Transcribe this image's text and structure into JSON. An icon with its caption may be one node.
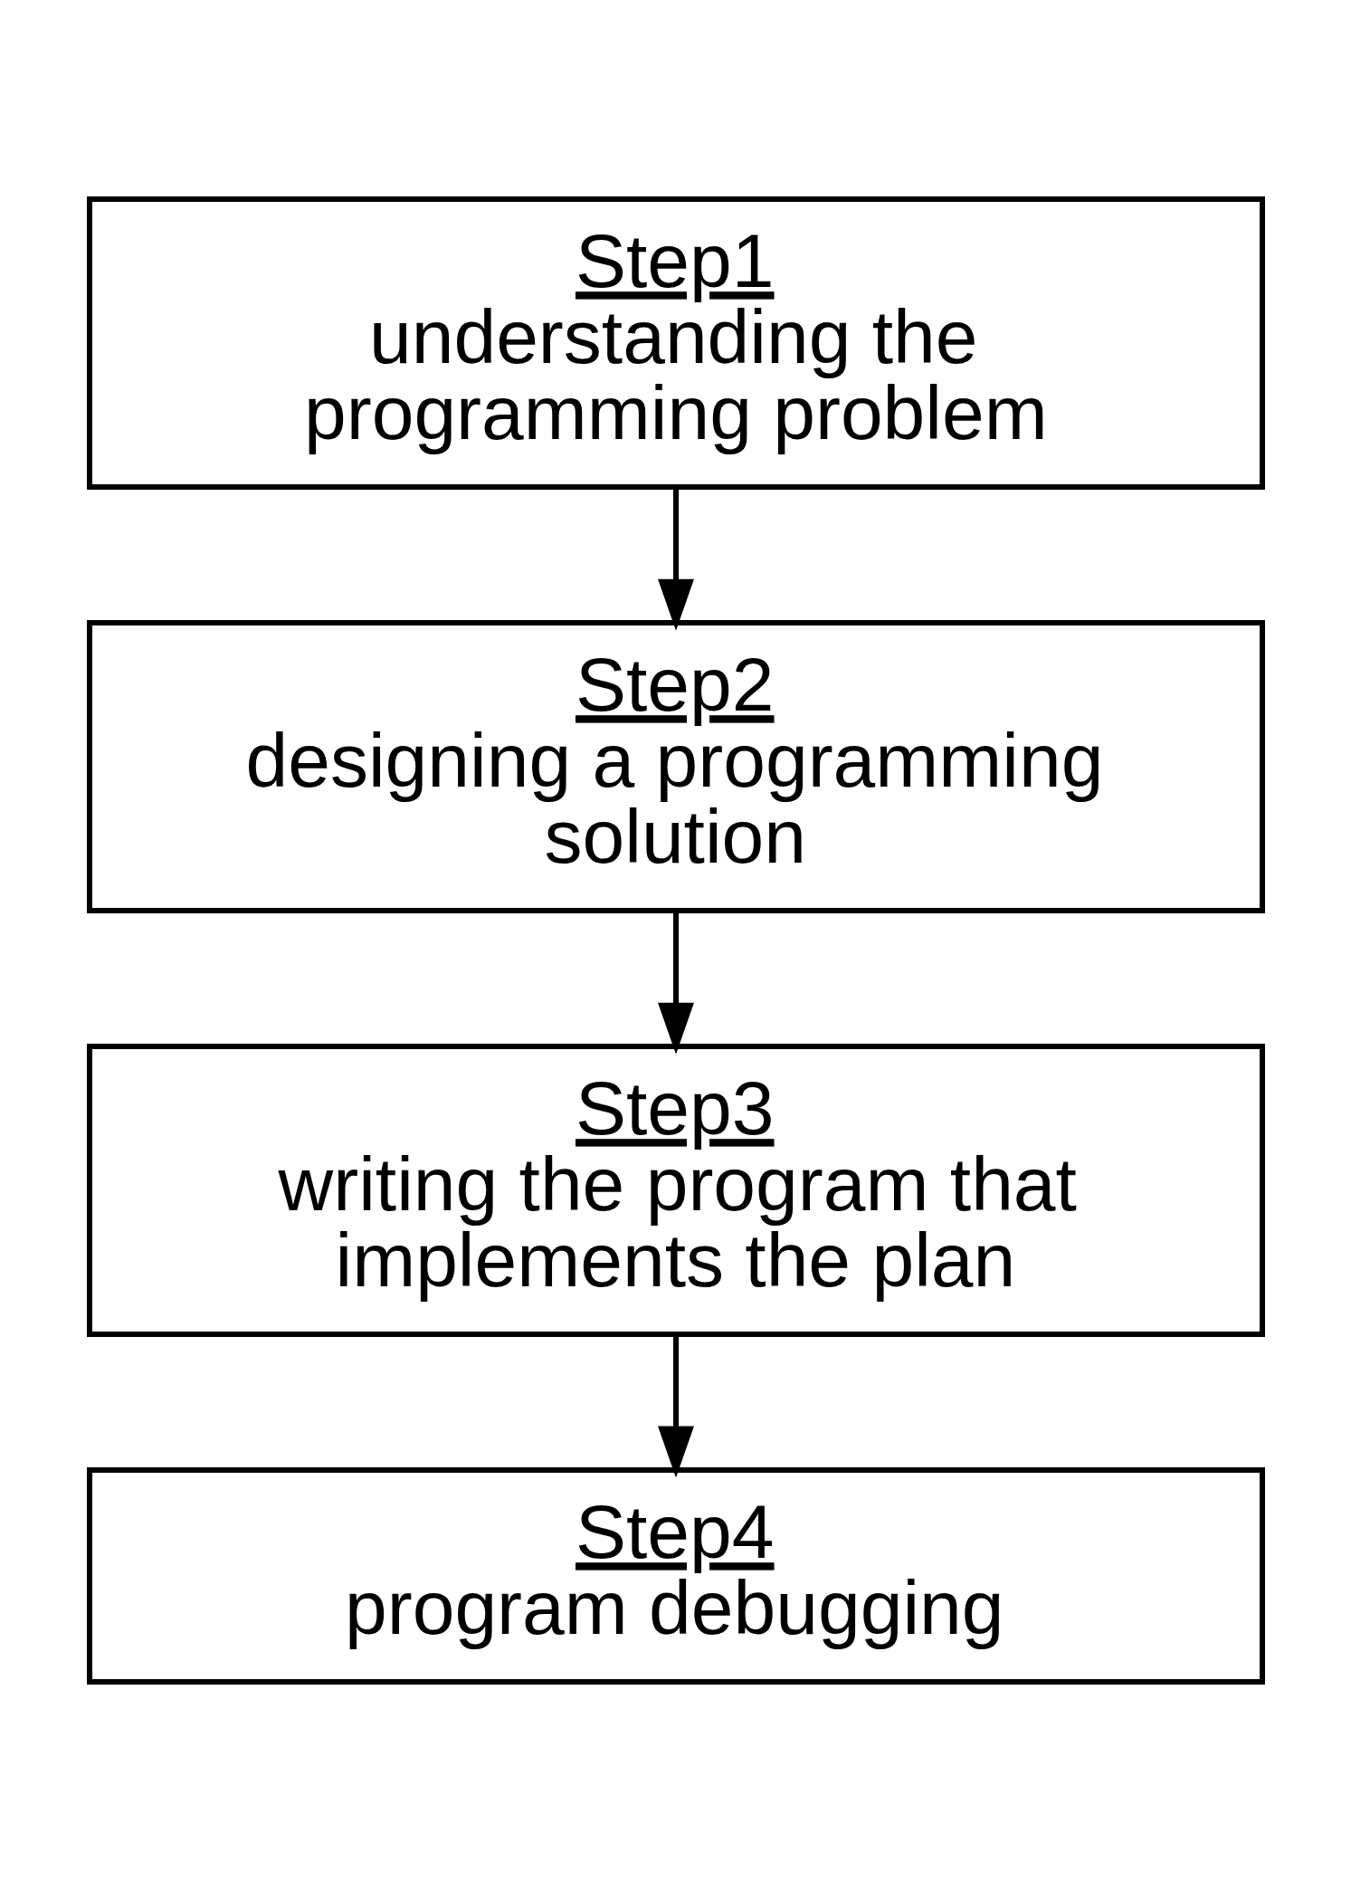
{
  "diagram": {
    "nodes": [
      {
        "text": [
          "Step1",
          "understanding the programming problem"
        ]
      },
      {
        "text": [
          "Step2",
          "designing a programming solution"
        ]
      },
      {
        "text": [
          "Step3",
          "writing the program that implements the plan"
        ]
      },
      {
        "text": [
          "Step4",
          "program debugging"
        ]
      }
    ],
    "edges": [
      {
        "from": 0,
        "to": 1,
        "arrow": "to"
      },
      {
        "from": 1,
        "to": 2,
        "arrow": "to"
      },
      {
        "from": 2,
        "to": 3,
        "arrow": "to"
      }
    ]
  }
}
